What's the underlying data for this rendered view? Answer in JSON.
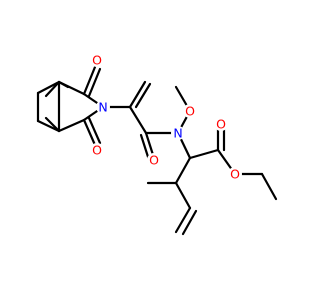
{
  "molecule": {
    "colors": {
      "bond": "#000000",
      "oxygen": "#ff0000",
      "nitrogen": "#0000ff",
      "background": "#ffffff"
    },
    "atoms": [
      {
        "id": "O1",
        "label": "O",
        "element": "oxygen"
      },
      {
        "id": "O2",
        "label": "O",
        "element": "oxygen"
      },
      {
        "id": "N1",
        "label": "N",
        "element": "nitrogen"
      },
      {
        "id": "O3",
        "label": "O",
        "element": "oxygen"
      },
      {
        "id": "N2",
        "label": "N",
        "element": "nitrogen"
      },
      {
        "id": "O4",
        "label": "O",
        "element": "oxygen"
      },
      {
        "id": "O5",
        "label": "O",
        "element": "oxygen"
      },
      {
        "id": "O6",
        "label": "O",
        "element": "oxygen"
      }
    ]
  }
}
